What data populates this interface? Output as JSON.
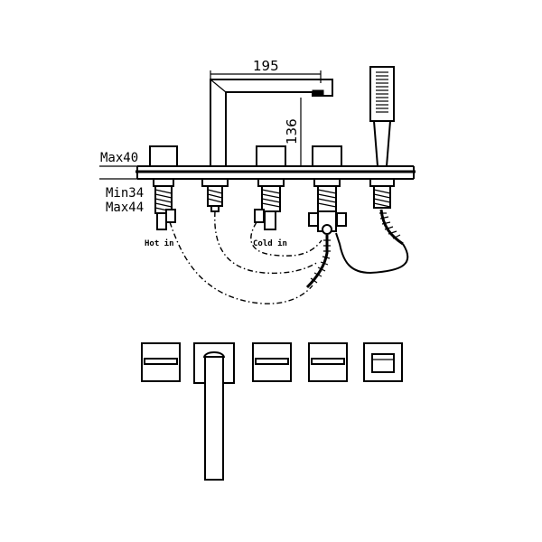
{
  "dimensions": {
    "spout_reach": "195",
    "spout_height": "136",
    "deck_max": "Max40",
    "hole_min": "Min34",
    "hole_max": "Max44"
  },
  "labels": {
    "hot_in": "Hot in",
    "cold_in": "Cold in"
  },
  "colors": {
    "line": "#000000",
    "background": "#ffffff"
  }
}
